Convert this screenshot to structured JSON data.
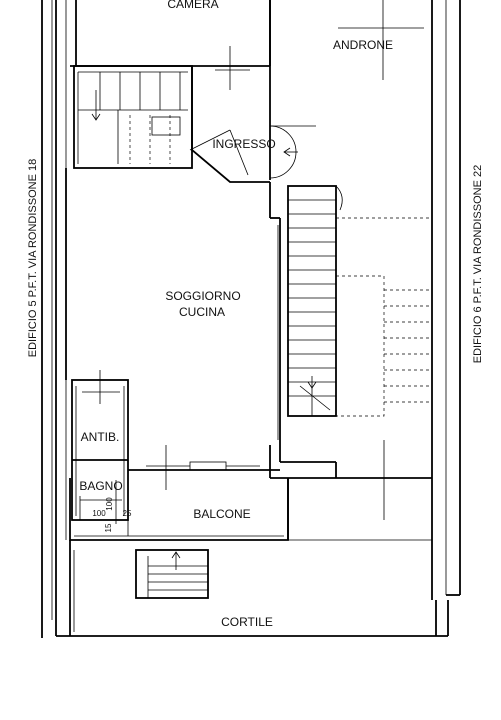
{
  "rooms": {
    "camera": "CAMERA",
    "androne": "ANDRONE",
    "ingresso": "INGRESSO",
    "soggiorno": "SOGGIORNO",
    "cucina": "CUCINA",
    "antib": "ANTIB.",
    "bagno": "BAGNO",
    "balcone": "BALCONE",
    "cortile": "CORTILE"
  },
  "side_labels": {
    "left": "EDIFICIO 5 P.F.T. VIA RONDISSONE 18",
    "right": "EDIFICIO 6 P.F.T. VIA RONDISSONE 22"
  },
  "dimensions": {
    "width": "100",
    "height": "100",
    "small_a": "25",
    "small_b": "15"
  }
}
